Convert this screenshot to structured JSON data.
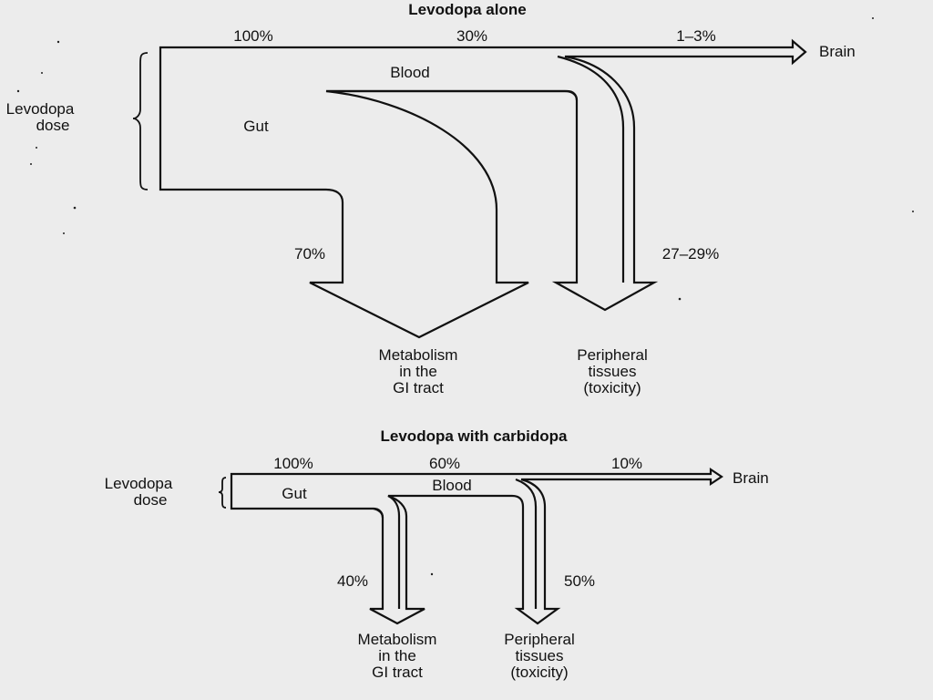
{
  "diagram_alone": {
    "title": "Levodopa alone",
    "dose_label": [
      "Levodopa",
      "dose"
    ],
    "gut_label": "Gut",
    "blood_label": "Blood",
    "brain_label": "Brain",
    "pct_100": "100%",
    "pct_30": "30%",
    "pct_brain": "1–3%",
    "pct_gut_loss": "70%",
    "pct_peripheral": "27–29%",
    "gi_label": [
      "Metabolism",
      "in the",
      "GI tract"
    ],
    "peripheral_label": [
      "Peripheral",
      "tissues",
      "(toxicity)"
    ]
  },
  "diagram_carbidopa": {
    "title": "Levodopa with carbidopa",
    "dose_label": [
      "Levodopa",
      "dose"
    ],
    "gut_label": "Gut",
    "blood_label": "Blood",
    "brain_label": "Brain",
    "pct_100": "100%",
    "pct_60": "60%",
    "pct_brain": "10%",
    "pct_gut_loss": "40%",
    "pct_peripheral": "50%",
    "gi_label": [
      "Metabolism",
      "in the",
      "GI tract"
    ],
    "peripheral_label": [
      "Peripheral",
      "tissues",
      "(toxicity)"
    ]
  }
}
